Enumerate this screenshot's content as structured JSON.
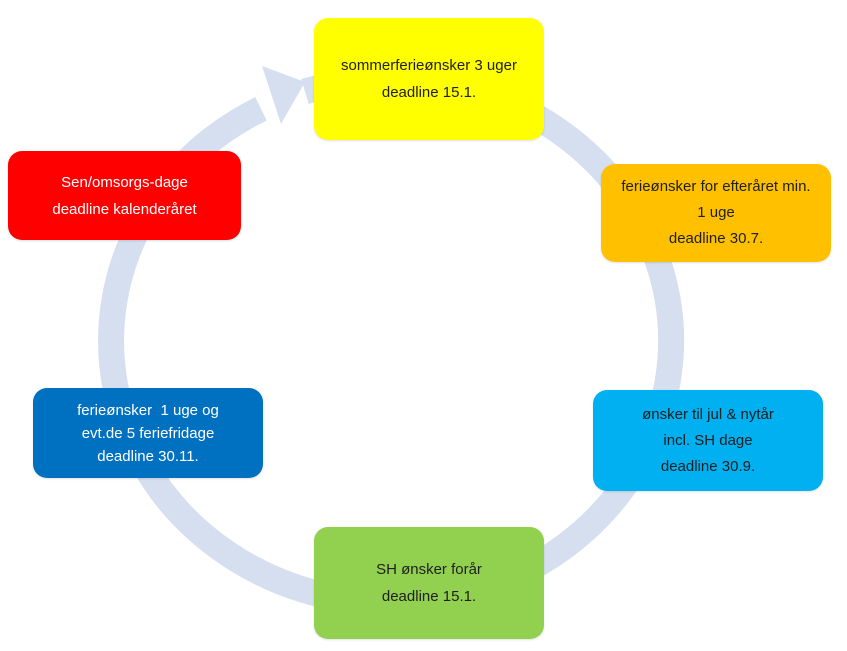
{
  "colors": {
    "cycle_arrow": "#d6dff0",
    "summer_box": "#ffff00",
    "autumn_box": "#ffc000",
    "christmas_box": "#00b0f0",
    "spring_box": "#92d050",
    "week_box": "#0070c0",
    "senior_box": "#ff0000"
  },
  "nodes": {
    "summer": {
      "line1": "sommerferieønsker 3 uger",
      "line2": "deadline 15.1."
    },
    "autumn": {
      "line1": "ferieønsker for efteråret min.",
      "line2": "1 uge",
      "line3": "deadline 30.7."
    },
    "christmas": {
      "line1": "ønsker til jul & nytår",
      "line2": "incl. SH dage",
      "line3": "deadline 30.9."
    },
    "spring": {
      "line1": "SH ønsker forår",
      "line2": "deadline 15.1."
    },
    "week": {
      "line1": "ferieønsker  1 uge og",
      "line2": "evt.de 5 feriefridage",
      "line3": "deadline 30.11."
    },
    "senior": {
      "line1": "Sen/omsorgs-dage",
      "line2": "deadline kalenderåret"
    }
  }
}
